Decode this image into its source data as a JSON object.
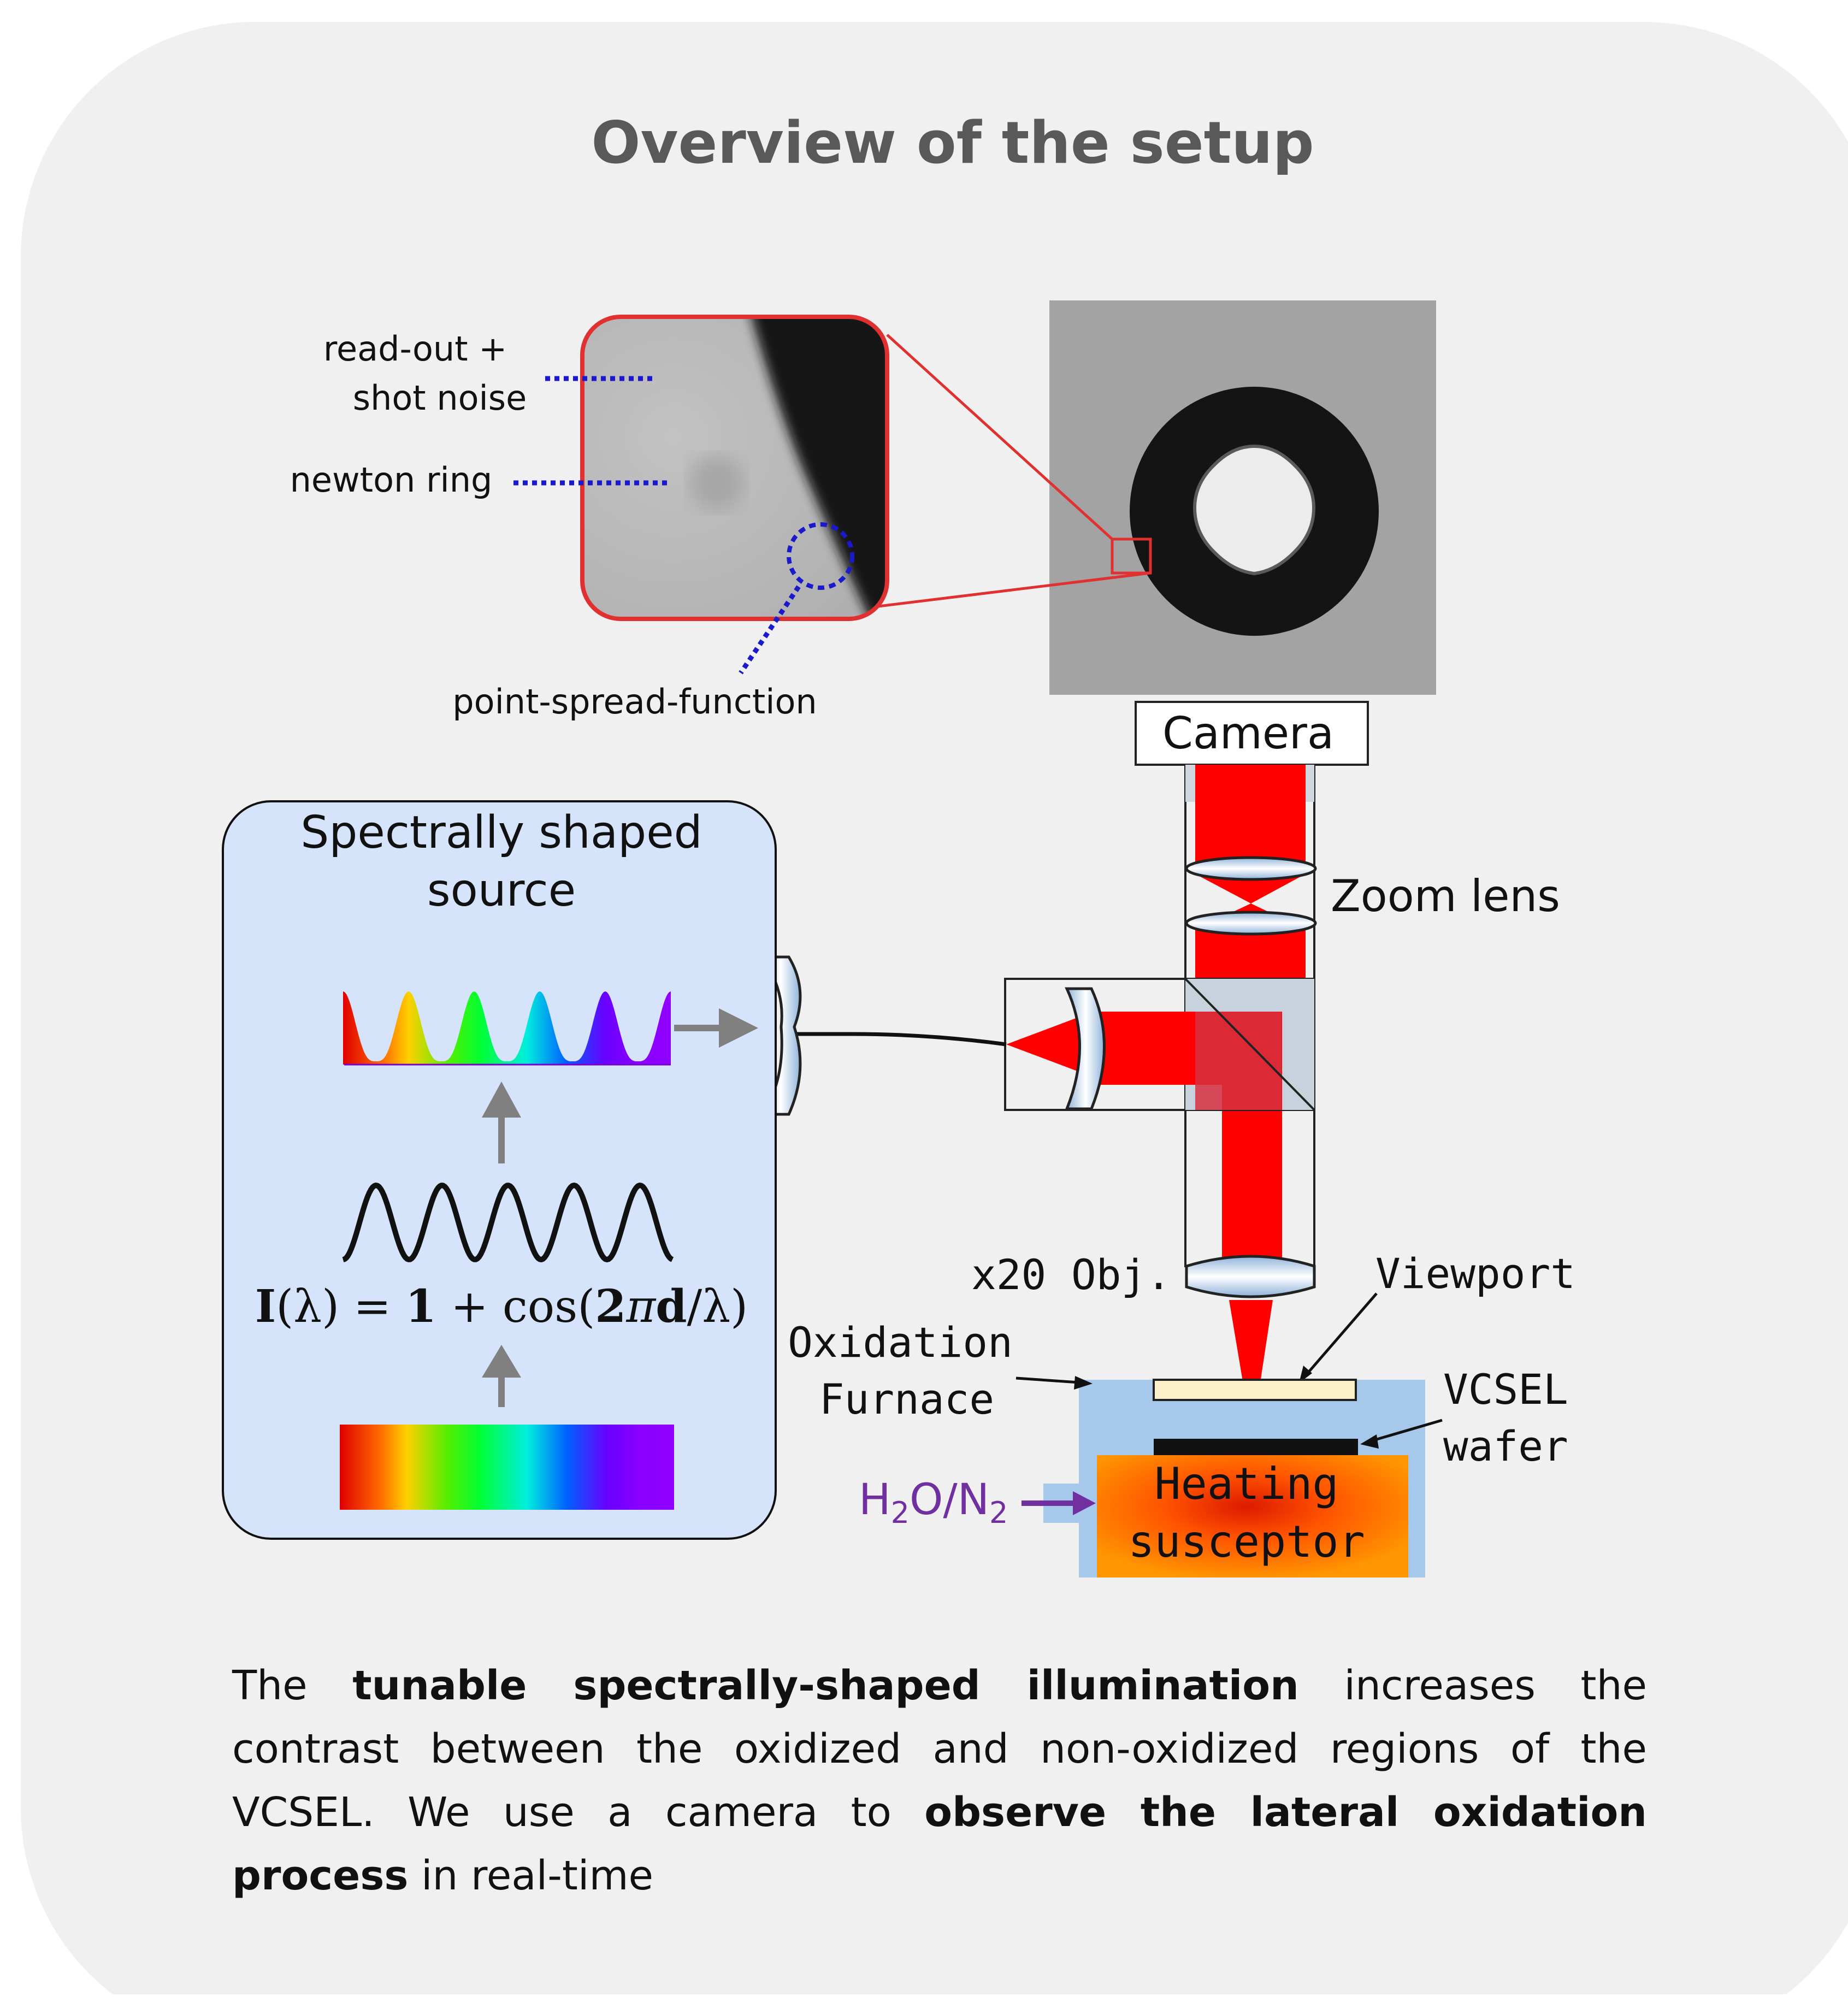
{
  "title": "Overview of the setup",
  "inset_labels": {
    "noise_line1": "read-out +",
    "noise_line2": "shot noise",
    "newton": "newton ring",
    "psf": "point-spread-function"
  },
  "setup_labels": {
    "camera": "Camera",
    "zoom_lens": "Zoom lens",
    "objective": "x20 Obj.",
    "viewport": "Viewport",
    "furnace_line1": "Oxidation",
    "furnace_line2": "Furnace",
    "wafer_line1": "VCSEL",
    "wafer_line2": "wafer",
    "susceptor_line1": "Heating",
    "susceptor_line2": "susceptor",
    "gas_h": "H",
    "gas_sub1": "2",
    "gas_mid": "O/N",
    "gas_sub2": "2"
  },
  "source": {
    "title_line1": "Spectrally shaped",
    "title_line2": "source",
    "equation": {
      "I": "I",
      "lam_open": "(λ) = ",
      "one": "1",
      "plus_cos": " + cos(",
      "two": "2",
      "pi": "π",
      "d": "d",
      "close": "/λ)"
    }
  },
  "caption": {
    "t1": "The ",
    "b1": "tunable spectrally-shaped illumination",
    "t2": " increases the contrast between the oxidized and non-oxidized regions of the VCSEL. We use a camera to ",
    "b2": "observe the lateral oxidation process",
    "t3": " in real-time"
  },
  "colors": {
    "card_background": "#f0f0f0",
    "source_panel": "#d6e4fb",
    "laser_red": "#ff0000",
    "inset_frame": "#e03030",
    "annotation_blue": "#1a1acc",
    "furnace": "#a6c8ea",
    "susceptor_orange": "#ff8c00",
    "gas_purple": "#7030a0",
    "arrow_gray": "#808080"
  },
  "icons": [
    "lens-icon",
    "beam-splitter-icon",
    "fiber-icon",
    "arrow-icon"
  ]
}
